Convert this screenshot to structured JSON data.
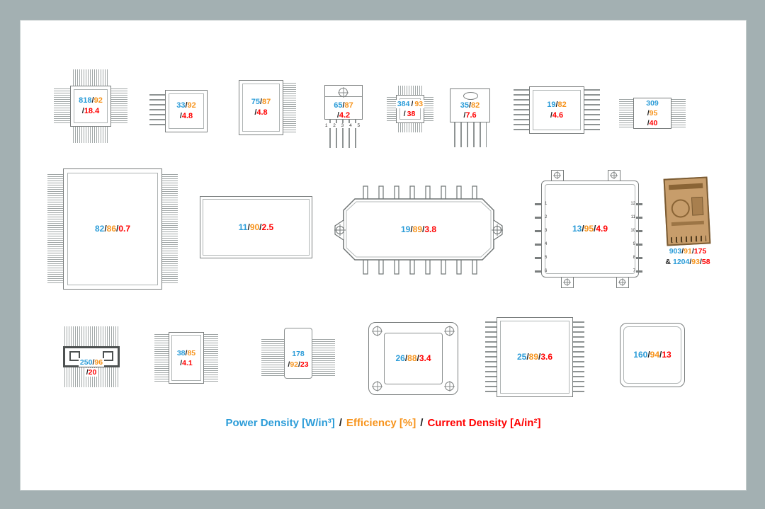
{
  "sep": "/",
  "amp": "&",
  "colors": {
    "power_density": "#2b9cd8",
    "efficiency": "#f7941d",
    "current_density": "#ff0000"
  },
  "caption": {
    "power": "Power Density [W/in³]",
    "efficiency": "Efficiency [%]",
    "current": "Current Density [A/in²]",
    "sep": "/"
  },
  "components": [
    {
      "name": "qfp-small",
      "pd": "818",
      "eff": "92",
      "cd": "18.4"
    },
    {
      "name": "soic-left-leads",
      "pd": "33",
      "eff": "92",
      "cd": "4.8"
    },
    {
      "name": "sip-right-leads",
      "pd": "75",
      "eff": "87",
      "cd": "4.8"
    },
    {
      "name": "to220-5pin",
      "pd": "65",
      "eff": "87",
      "cd": "4.2",
      "pin_labels": "1 2 3 4 5"
    },
    {
      "name": "qfn-small",
      "pd": "384",
      "eff": "93",
      "cd": "38"
    },
    {
      "name": "to247",
      "pd": "35",
      "eff": "82",
      "cd": "7.6"
    },
    {
      "name": "soic-wide",
      "pd": "19",
      "eff": "82",
      "cd": "4.6"
    },
    {
      "name": "smd-finned",
      "pd": "309",
      "eff": "95",
      "cd": "40"
    },
    {
      "name": "qfp-large",
      "pd": "82",
      "eff": "86",
      "cd": "0.7"
    },
    {
      "name": "brick-module",
      "pd": "11",
      "eff": "90",
      "cd": "2.5"
    },
    {
      "name": "power-module-octagon",
      "pd": "19",
      "eff": "89",
      "cd": "3.8"
    },
    {
      "name": "pin-power-module",
      "pd": "13",
      "eff": "95",
      "cd": "4.9",
      "left_pins": "1\n2\n3\n4\n5\n6",
      "right_pins": "12\n11\n10\n9\n8\n7"
    },
    {
      "name": "pcb-module",
      "pd": "903",
      "eff": "91",
      "cd": "175",
      "pd2": "1204",
      "eff2": "93",
      "cd2": "58"
    },
    {
      "name": "heatsink-block",
      "pd": "250",
      "eff": "96",
      "cd": "20"
    },
    {
      "name": "dip-finned",
      "pd": "38",
      "eff": "85",
      "cd": "4.1"
    },
    {
      "name": "fin-label-module",
      "pd": "178",
      "eff": "92",
      "cd": "23"
    },
    {
      "name": "screw-corner-module",
      "pd": "26",
      "eff": "88",
      "cd": "3.4"
    },
    {
      "name": "soic-large",
      "pd": "25",
      "eff": "89",
      "cd": "3.6"
    },
    {
      "name": "rounded-square-module",
      "pd": "160",
      "eff": "94",
      "cd": "13"
    }
  ]
}
